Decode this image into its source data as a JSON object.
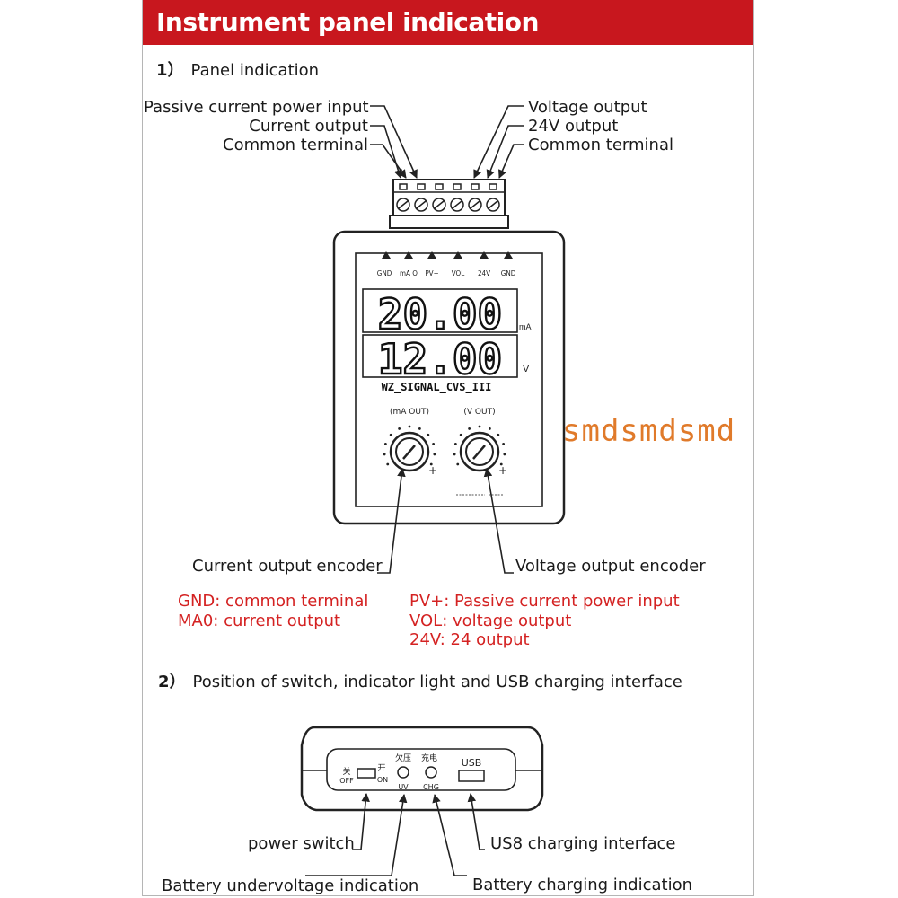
{
  "header": {
    "title": "Instrument panel indication"
  },
  "section1": {
    "number": "1）",
    "title": "Panel indication"
  },
  "top_labels_left": [
    "Passive current power input",
    "Current output",
    "Common terminal"
  ],
  "top_labels_right": [
    "Voltage output",
    "24V output",
    "Common terminal"
  ],
  "terminals": [
    "GND",
    "mA O",
    "PV+",
    "VOL",
    "24V",
    "GND"
  ],
  "display": {
    "current_value": "20.00",
    "current_unit": "mA",
    "voltage_value": "12.00",
    "voltage_unit": "V",
    "model": "WZ_SIGNAL_CVS_III"
  },
  "knobs": {
    "left_label": "(mA OUT)",
    "right_label": "(V OUT)",
    "minus": "-",
    "plus": "+"
  },
  "encoder_labels": {
    "current": "Current output encoder",
    "voltage": "Voltage output encoder"
  },
  "legend_left": [
    "GND: common terminal",
    "MA0: current output"
  ],
  "legend_right": [
    "PV+: Passive current power input",
    "VOL: voltage output",
    "24V: 24 output"
  ],
  "section2": {
    "number": "2）",
    "title": "Position of switch, indicator light and USB charging interface"
  },
  "bottom_panel": {
    "off_cn": "关",
    "off": "OFF",
    "on_cn": "开",
    "on": "ON",
    "uv_cn": "欠压",
    "uv": "UV",
    "chg_cn": "充电",
    "chg": "CHG",
    "usb": "USB"
  },
  "bottom_labels": {
    "power_switch": "power switch",
    "usb_interface": "US8 charging interface",
    "undervoltage": "Battery undervoltage indication",
    "charging": "Battery charging indication"
  },
  "watermark": "smdsmdsmd",
  "colors": {
    "header_bg": "#c8171e",
    "legend_text": "#d42222",
    "watermark": "#e07a2a"
  }
}
